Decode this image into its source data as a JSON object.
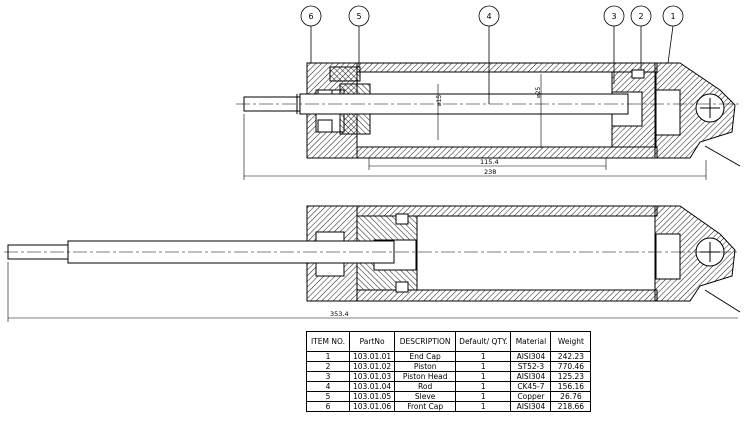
{
  "balloons": [
    {
      "id": "balloon-6",
      "label": "6"
    },
    {
      "id": "balloon-5",
      "label": "5"
    },
    {
      "id": "balloon-4",
      "label": "4"
    },
    {
      "id": "balloon-3",
      "label": "3"
    },
    {
      "id": "balloon-2",
      "label": "2"
    },
    {
      "id": "balloon-1",
      "label": "1"
    }
  ],
  "dimensions": {
    "rod_diameter": "⌀15",
    "bore_diameter": "⌀25",
    "stroke": "115.4",
    "retracted_length": "238",
    "extended_length": "353.4"
  },
  "bom": {
    "headers": [
      "ITEM NO.",
      "PartNo",
      "DESCRIPTION",
      "Default/ QTY.",
      "Material",
      "Weight"
    ],
    "rows": [
      [
        "1",
        "103.01.01",
        "End Cap",
        "1",
        "AISI304",
        "242.23"
      ],
      [
        "2",
        "103.01.02",
        "Piston",
        "1",
        "ST52-3",
        "770.46"
      ],
      [
        "3",
        "103.01.03",
        "Piston Head",
        "1",
        "AISI304",
        "125.23"
      ],
      [
        "4",
        "103.01.04",
        "Rod",
        "1",
        "CK45-7",
        "156.16"
      ],
      [
        "5",
        "103.01.05",
        "Sleve",
        "1",
        "Copper",
        "26.76"
      ],
      [
        "6",
        "103.01.06",
        "Front Cap",
        "1",
        "AISI304",
        "218.66"
      ]
    ]
  }
}
